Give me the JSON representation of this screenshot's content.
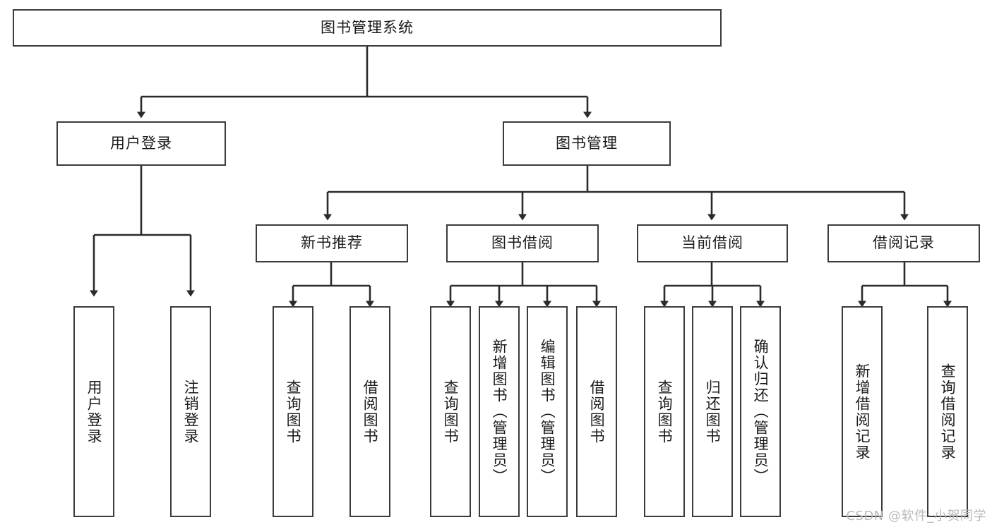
{
  "diagram": {
    "title": "图书管理系统",
    "type": "tree",
    "root": {
      "id": "root",
      "label": "图书管理系统"
    },
    "level2": [
      {
        "id": "user-login",
        "label": "用户登录"
      },
      {
        "id": "book-manage",
        "label": "图书管理"
      }
    ],
    "level3": [
      {
        "id": "new-book-rec",
        "label": "新书推荐",
        "parent": "book-manage"
      },
      {
        "id": "book-borrow",
        "label": "图书借阅",
        "parent": "book-manage"
      },
      {
        "id": "current-borrow",
        "label": "当前借阅",
        "parent": "book-manage"
      },
      {
        "id": "borrow-record",
        "label": "借阅记录",
        "parent": "book-manage"
      }
    ],
    "leaves": [
      {
        "id": "leaf-user-login",
        "label": "用户登录",
        "parent": "user-login"
      },
      {
        "id": "leaf-logout",
        "label": "注销登录",
        "parent": "user-login"
      },
      {
        "id": "leaf-query-book-1",
        "label": "查询图书",
        "parent": "new-book-rec"
      },
      {
        "id": "leaf-borrow-book-1",
        "label": "借阅图书",
        "parent": "new-book-rec"
      },
      {
        "id": "leaf-query-book-2",
        "label": "查询图书",
        "parent": "book-borrow"
      },
      {
        "id": "leaf-add-book",
        "label": "新增图书（管理员）",
        "parent": "book-borrow"
      },
      {
        "id": "leaf-edit-book",
        "label": "编辑图书（管理员）",
        "parent": "book-borrow"
      },
      {
        "id": "leaf-borrow-book-2",
        "label": "借阅图书",
        "parent": "book-borrow"
      },
      {
        "id": "leaf-query-book-3",
        "label": "查询图书",
        "parent": "current-borrow"
      },
      {
        "id": "leaf-return-book",
        "label": "归还图书",
        "parent": "current-borrow"
      },
      {
        "id": "leaf-confirm-return",
        "label": "确认归还（管理员）",
        "parent": "current-borrow"
      },
      {
        "id": "leaf-add-record",
        "label": "新增借阅记录",
        "parent": "borrow-record"
      },
      {
        "id": "leaf-query-record",
        "label": "查询借阅记录",
        "parent": "borrow-record"
      }
    ],
    "watermark": "CSDN @软件_小贺同学",
    "colors": {
      "box_border": "#3b3b3b",
      "box_fill": "#ffffff",
      "edge": "#2b2b2b",
      "text": "#1a1a1a",
      "watermark": "#b9b9b9",
      "background": "#ffffff"
    }
  }
}
